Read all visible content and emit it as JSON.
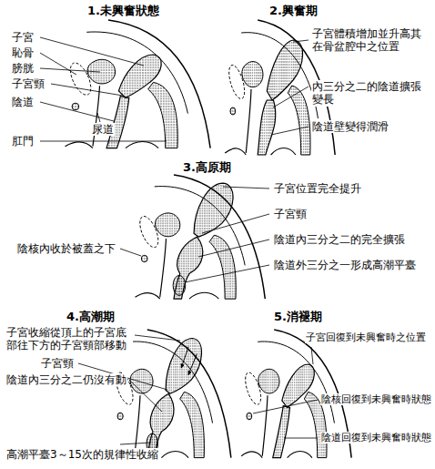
{
  "diagram": {
    "labels": [
      "1.未興奮狀態",
      "子宮",
      "恥骨",
      "膀胱",
      "子宮頸",
      "陰道",
      "尿道",
      "肛門",
      "2.興奮期",
      "子宮體積增加並升高其在骨盆腔中之位置",
      "內三分之二的陰道擴張變長",
      "陰道壁變得潤滑",
      "3.高原期",
      "子宮位置完全提升",
      "子宮頸",
      "陰道內三分之二的完全擴張",
      "陰核內收於被蓋之下",
      "陰道外三分之一形成高潮平臺",
      "4.高潮期",
      "子宮收縮從頂上的子宮底部往下方的子宮頸部移動",
      "子宮頸",
      "陰道內三分之二仍沒有動",
      "高潮平臺3～15次的規律性收縮",
      "5.消褪期",
      "子宮回復到未興奮時之位置",
      "陰核回復到未興奮時狀態",
      "陰道回復到未興奮時狀態"
    ]
  }
}
